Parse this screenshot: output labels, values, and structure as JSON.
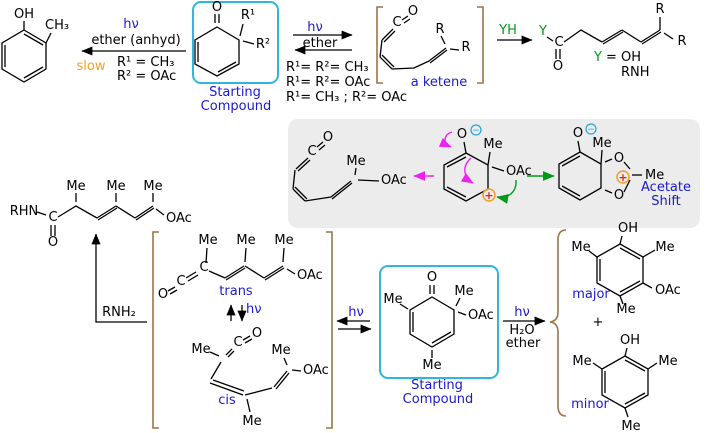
{
  "title": "Photochemical ring-opening reaction scheme of cyclohexadienones",
  "colors": {
    "blue": "#1a1ad1",
    "green": "#009a1a",
    "magenta": "#ee22ee",
    "orange": "#f0a020",
    "cyan-box": "#2fb6dc",
    "bracket-brown": "#9a7545",
    "gray-box": "#ececec",
    "plus-red": "#dd2222",
    "minus-cyan": "#2aa8dd"
  },
  "atoms": {
    "O": "O",
    "OH": "OH",
    "C": "C",
    "Me": "Me",
    "CH3": "CH₃",
    "OAc": "OAc",
    "R": "R",
    "R1": "R¹",
    "R2": "R²",
    "Y": "Y",
    "RHN": "RHN",
    "plus": "+",
    "minus": "−"
  },
  "labels": {
    "hv": "hν",
    "ether_anhyd": "ether (anhyd)",
    "slow": "slow",
    "r1_is_ch3": "R¹ = CH₃",
    "r2_is_oac": "R² = OAc",
    "ether": "ether",
    "cond_both_ch3": "R¹= R²= CH₃",
    "cond_both_oac": "R¹= R²= OAc",
    "cond_mixed": "R¹= CH₃ ; R²= OAc",
    "starting": "Starting",
    "compound": "Compound",
    "a_ketene": "a ketene",
    "yh": "YH",
    "eq_oh": "= OH",
    "rnh": "RNH",
    "acetate": "Acetate",
    "shift": "Shift",
    "rnh2": "RNH₂",
    "trans": "trans",
    "cis": "cis",
    "h2o": "H₂O",
    "major": "major",
    "minor": "minor",
    "plus_sign": "+"
  }
}
